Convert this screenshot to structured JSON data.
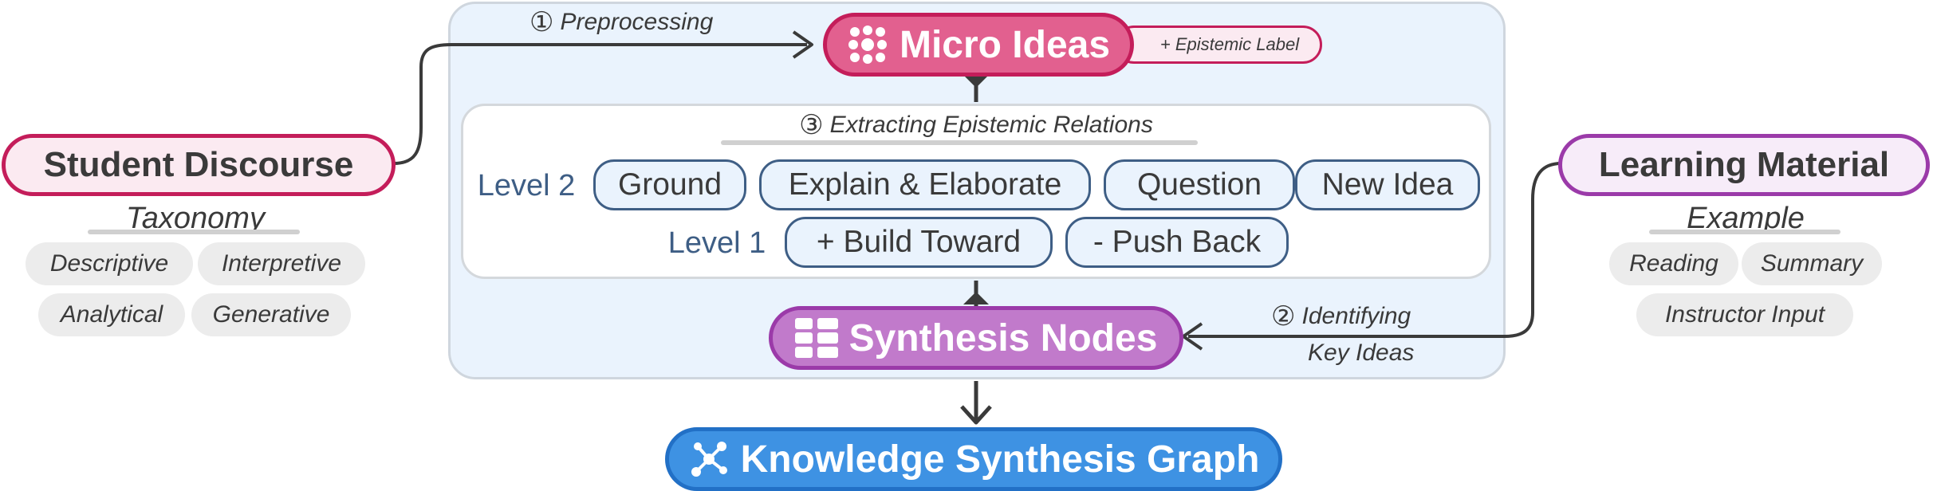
{
  "micro_ideas": {
    "label": "Micro Ideas",
    "icon": "dots-cluster-icon",
    "epistemic_label": "+ Epistemic Label"
  },
  "preprocessing": {
    "number": "①",
    "label": "Preprocessing"
  },
  "extracting": {
    "number": "③",
    "label": "Extracting Epistemic Relations"
  },
  "levels": {
    "level2": {
      "label": "Level 2",
      "items": [
        "Ground",
        "Explain & Elaborate",
        "Question",
        "New Idea"
      ]
    },
    "level1": {
      "label": "Level 1",
      "items": [
        "+ Build Toward",
        "- Push Back"
      ]
    }
  },
  "synthesis_nodes": {
    "label": "Synthesis Nodes",
    "icon": "grid-blocks-icon"
  },
  "identifying": {
    "number": "②",
    "line1": "Identifying",
    "line2": "Key Ideas"
  },
  "knowledge_graph": {
    "label": "Knowledge Synthesis Graph",
    "icon": "network-graph-icon"
  },
  "student_discourse": {
    "label": "Student Discourse",
    "subheading": "Taxonomy",
    "tags": [
      "Descriptive",
      "Interpretive",
      "Analytical",
      "Generative"
    ]
  },
  "learning_material": {
    "label": "Learning Material",
    "subheading": "Example",
    "tags": [
      "Reading",
      "Summary",
      "Instructor Input"
    ]
  },
  "colors": {
    "micro_fill": "#e2608f",
    "micro_border": "#c41d5a",
    "synthesis_fill": "#c17acb",
    "synthesis_border": "#9b3aa9",
    "graph_fill": "#3e92e3",
    "graph_border": "#2270c6",
    "relation_border": "#3e5e85",
    "panel_bg": "#eaf3fd"
  }
}
